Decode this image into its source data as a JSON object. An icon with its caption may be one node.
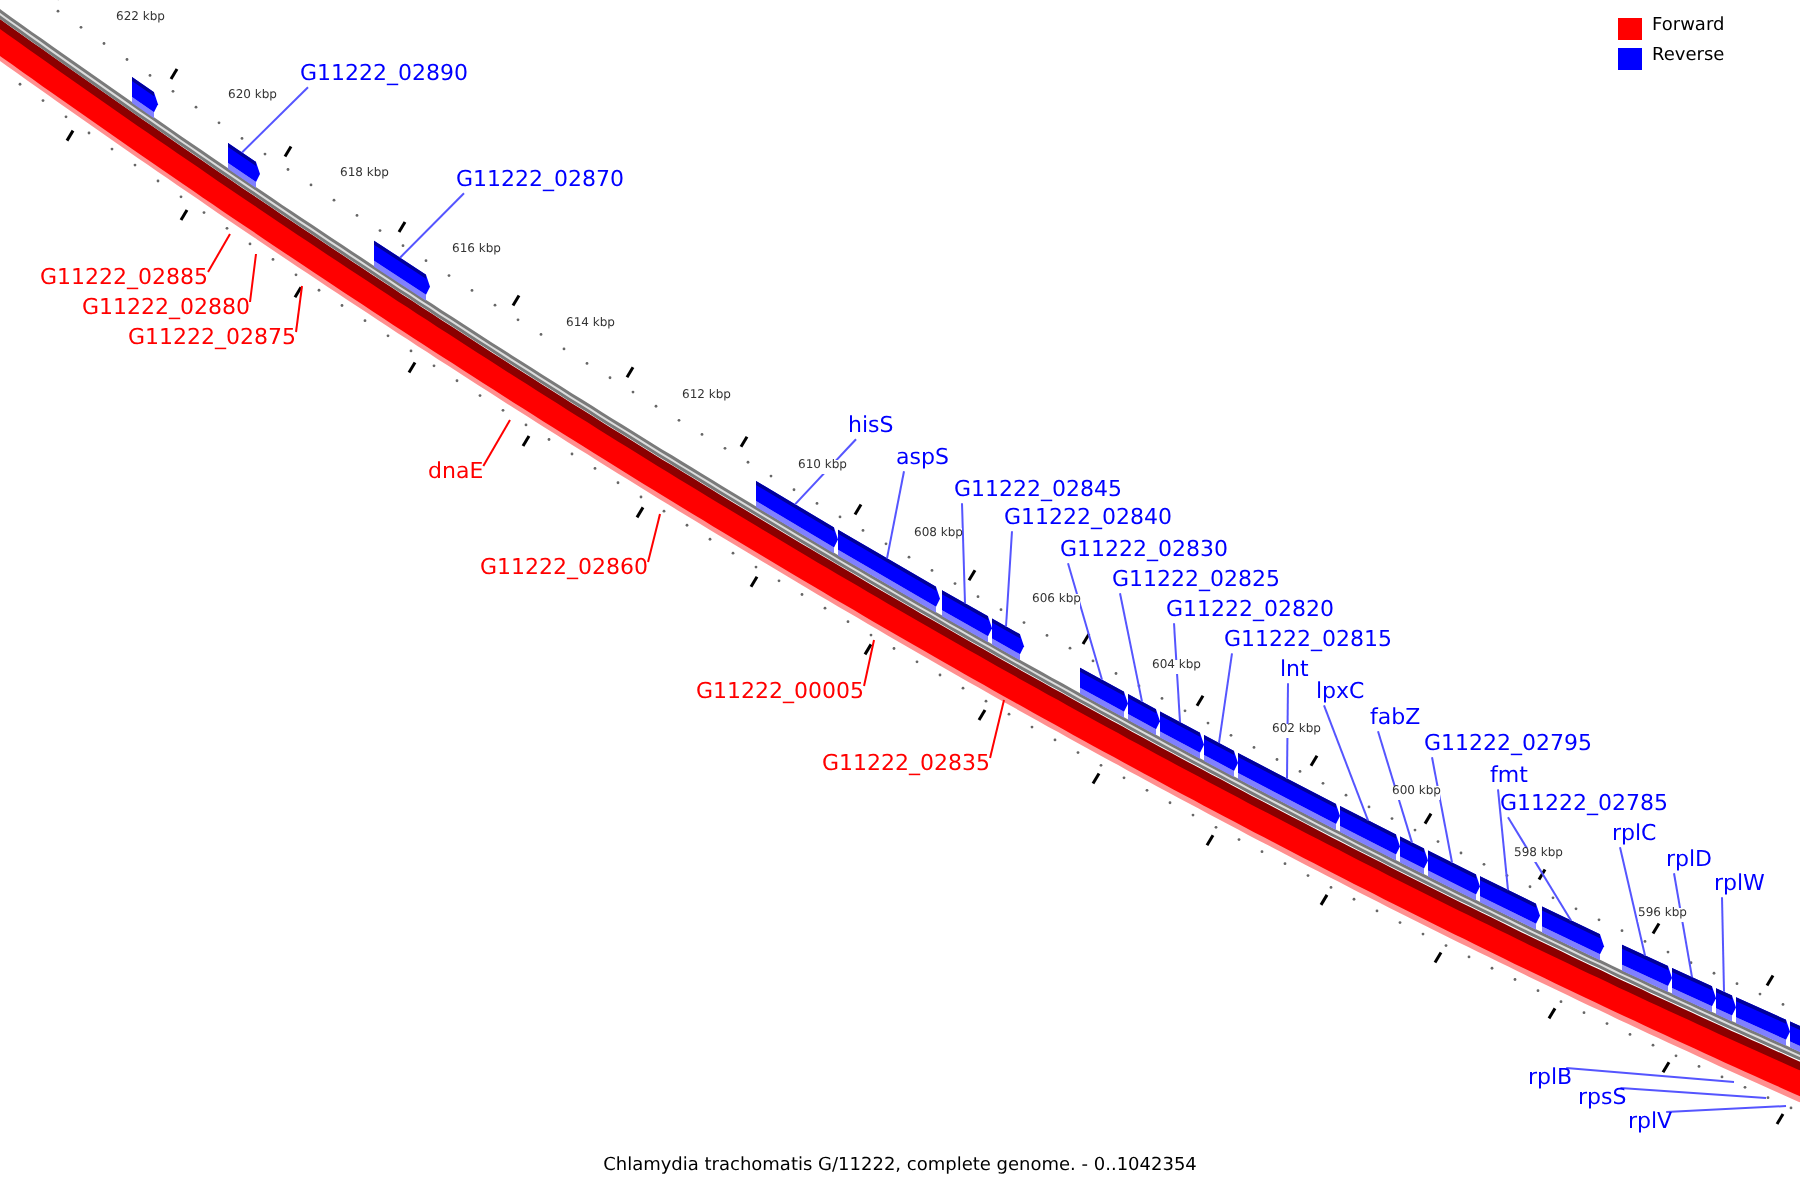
{
  "diagram": {
    "caption": "Chlamydia trachomatis G/11222, complete genome. - 0..1042354",
    "nodes": [
      {
        "text": [
          "G11222_02890"
        ]
      },
      {
        "text": [
          "G11222_02870"
        ]
      },
      {
        "text": [
          "hisS"
        ]
      },
      {
        "text": [
          "aspS"
        ]
      },
      {
        "text": [
          "G11222_02845"
        ]
      },
      {
        "text": [
          "G11222_02840"
        ]
      },
      {
        "text": [
          "G11222_02830"
        ]
      },
      {
        "text": [
          "G11222_02825"
        ]
      },
      {
        "text": [
          "G11222_02820"
        ]
      },
      {
        "text": [
          "G11222_02815"
        ]
      },
      {
        "text": [
          "lnt"
        ]
      },
      {
        "text": [
          "lpxC"
        ]
      },
      {
        "text": [
          "fabZ"
        ]
      },
      {
        "text": [
          "G11222_02795"
        ]
      },
      {
        "text": [
          "fmt"
        ]
      },
      {
        "text": [
          "G11222_02785"
        ]
      },
      {
        "text": [
          "rplC"
        ]
      },
      {
        "text": [
          "rplD"
        ]
      },
      {
        "text": [
          "rplW"
        ]
      },
      {
        "text": [
          "rplB"
        ]
      },
      {
        "text": [
          "rpsS"
        ]
      },
      {
        "text": [
          "rplV"
        ]
      },
      {
        "text": [
          "G11222_02885"
        ]
      },
      {
        "text": [
          "G11222_02880"
        ]
      },
      {
        "text": [
          "G11222_02875"
        ]
      },
      {
        "text": [
          "dnaE"
        ]
      },
      {
        "text": [
          "G11222_02860"
        ]
      },
      {
        "text": [
          "G11222_00005"
        ]
      },
      {
        "text": [
          "G11222_02835"
        ]
      },
      {
        "text": [],
        "shape": "box"
      },
      {
        "text": [],
        "shape": "box"
      },
      {
        "text": [],
        "shape": "box"
      },
      {
        "text": [],
        "shape": "box"
      },
      {
        "text": [],
        "shape": "box"
      },
      {
        "text": [],
        "shape": "box"
      },
      {
        "text": [],
        "shape": "box"
      },
      {
        "text": [],
        "shape": "box"
      },
      {
        "text": [],
        "shape": "box"
      },
      {
        "text": [],
        "shape": "box"
      },
      {
        "text": [],
        "shape": "box"
      },
      {
        "text": [],
        "shape": "box"
      },
      {
        "text": [],
        "shape": "box"
      },
      {
        "text": [],
        "shape": "box"
      },
      {
        "text": [],
        "shape": "box"
      },
      {
        "text": [],
        "shape": "box"
      },
      {
        "text": [],
        "shape": "box"
      },
      {
        "text": [],
        "shape": "box"
      },
      {
        "text": [],
        "shape": "box"
      },
      {
        "text": [],
        "shape": "box"
      },
      {
        "text": [],
        "shape": "box"
      },
      {
        "text": [],
        "shape": "box"
      }
    ],
    "edges": [
      {
        "from": 0,
        "to": 30,
        "arrow": "none"
      },
      {
        "from": 1,
        "to": 31,
        "arrow": "none"
      },
      {
        "from": 2,
        "to": 32,
        "arrow": "none"
      },
      {
        "from": 3,
        "to": 33,
        "arrow": "none"
      },
      {
        "from": 4,
        "to": 34,
        "arrow": "none"
      },
      {
        "from": 5,
        "to": 35,
        "arrow": "none"
      },
      {
        "from": 6,
        "to": 36,
        "arrow": "none"
      },
      {
        "from": 7,
        "to": 37,
        "arrow": "none"
      },
      {
        "from": 8,
        "to": 38,
        "arrow": "none"
      },
      {
        "from": 9,
        "to": 39,
        "arrow": "none"
      },
      {
        "from": 10,
        "to": 40,
        "arrow": "none"
      },
      {
        "from": 11,
        "to": 41,
        "arrow": "none"
      },
      {
        "from": 12,
        "to": 42,
        "arrow": "none"
      },
      {
        "from": 13,
        "to": 43,
        "arrow": "none"
      },
      {
        "from": 14,
        "to": 44,
        "arrow": "none"
      },
      {
        "from": 15,
        "to": 45,
        "arrow": "none"
      },
      {
        "from": 16,
        "to": 46,
        "arrow": "none"
      },
      {
        "from": 17,
        "to": 47,
        "arrow": "none"
      },
      {
        "from": 18,
        "to": 48,
        "arrow": "none"
      },
      {
        "from": 19,
        "to": null,
        "arrow": "none"
      },
      {
        "from": 20,
        "to": null,
        "arrow": "none"
      },
      {
        "from": 21,
        "to": null,
        "arrow": "none"
      },
      {
        "from": 22,
        "to": null,
        "arrow": "none",
        "color": "#ff0000"
      },
      {
        "from": 23,
        "to": null,
        "arrow": "none",
        "color": "#ff0000"
      },
      {
        "from": 24,
        "to": null,
        "arrow": "none",
        "color": "#ff0000"
      },
      {
        "from": 25,
        "to": null,
        "arrow": "none",
        "color": "#ff0000"
      },
      {
        "from": 26,
        "to": null,
        "arrow": "none",
        "color": "#ff0000"
      },
      {
        "from": 27,
        "to": null,
        "arrow": "none",
        "color": "#ff0000"
      },
      {
        "from": 28,
        "to": null,
        "arrow": "none",
        "color": "#ff0000"
      }
    ],
    "labels": [
      "622 kbp",
      "620 kbp",
      "618 kbp",
      "616 kbp",
      "614 kbp",
      "612 kbp",
      "610 kbp",
      "608 kbp",
      "606 kbp",
      "604 kbp",
      "602 kbp",
      "600 kbp",
      "598 kbp",
      "596 kbp"
    ],
    "legend": [
      {
        "text": "Forward",
        "color": "#ff0000"
      },
      {
        "text": "Reverse",
        "color": "#0000ff"
      }
    ]
  }
}
